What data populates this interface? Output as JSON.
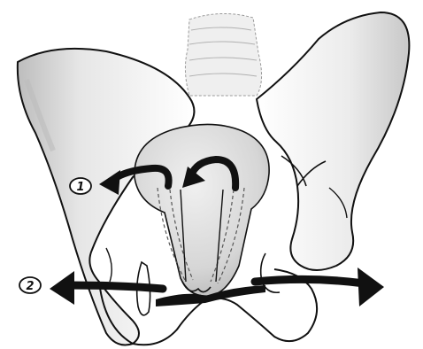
{
  "markers": [
    {
      "label": "1",
      "meaning": "inward-rotation-arrows"
    },
    {
      "label": "2",
      "meaning": "outward-traction-arrows"
    }
  ],
  "colors": {
    "ink": "#111111",
    "bone_shading": "#d8d8d8",
    "bone_fill": "#ffffff",
    "head_fill": "#dcdcdc"
  }
}
